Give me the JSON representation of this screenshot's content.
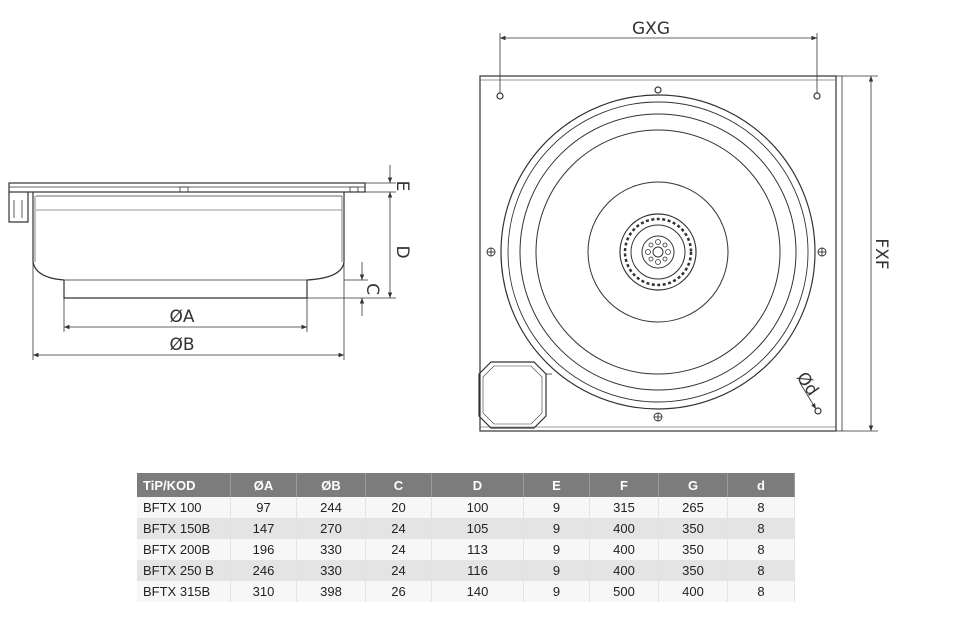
{
  "diagram": {
    "labels": {
      "gxg": "GXG",
      "fxf": "FXF",
      "e": "E",
      "d": "D",
      "c": "C",
      "oa": "ØA",
      "ob": "ØB",
      "od": "Ød"
    }
  },
  "table": {
    "headers": [
      "TiP/KOD",
      "ØA",
      "ØB",
      "C",
      "D",
      "E",
      "F",
      "G",
      "d"
    ],
    "rows": [
      [
        "BFTX 100",
        "97",
        "244",
        "20",
        "100",
        "9",
        "315",
        "265",
        "8"
      ],
      [
        "BFTX 150B",
        "147",
        "270",
        "24",
        "105",
        "9",
        "400",
        "350",
        "8"
      ],
      [
        "BFTX 200B",
        "196",
        "330",
        "24",
        "113",
        "9",
        "400",
        "350",
        "8"
      ],
      [
        "BFTX 250 B",
        "246",
        "330",
        "24",
        "116",
        "9",
        "400",
        "350",
        "8"
      ],
      [
        "BFTX 315B",
        "310",
        "398",
        "26",
        "140",
        "9",
        "500",
        "400",
        "8"
      ]
    ]
  }
}
